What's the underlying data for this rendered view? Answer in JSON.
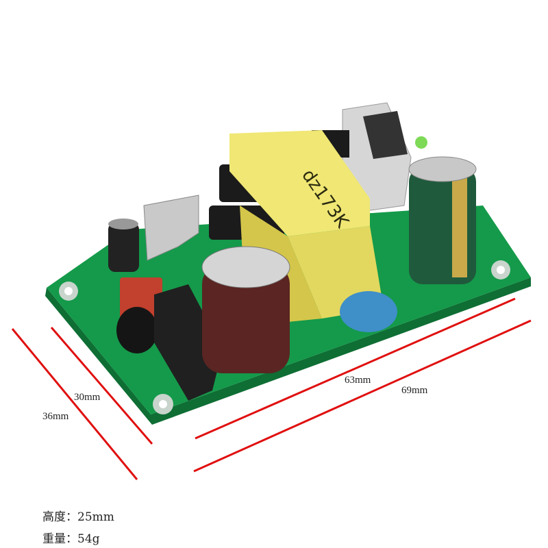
{
  "product": {
    "transformer_marking": "dz173K"
  },
  "dimensions": {
    "width_inner": "30mm",
    "width_outer": "36mm",
    "length_inner": "63mm",
    "length_outer": "69mm",
    "line_color": "#e01010"
  },
  "specs": [
    {
      "label": "高度：",
      "value": "25mm"
    },
    {
      "label": "重量：",
      "value": "54g"
    }
  ],
  "colors": {
    "pcb": "#149a4a",
    "transformer": "#e8e06a",
    "electrolytic_large": "#5a2522",
    "electrolytic_green": "#1f5a3c",
    "y_capacitor": "#3f8fc8"
  }
}
